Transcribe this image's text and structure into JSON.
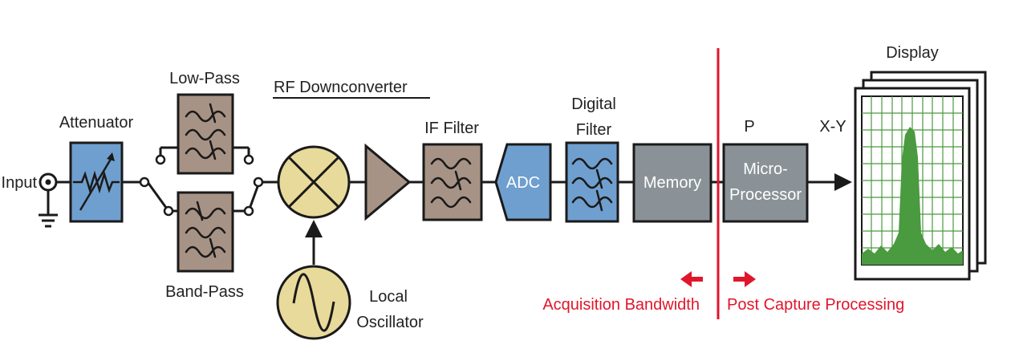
{
  "labels": {
    "input": "Input",
    "attenuator": "Attenuator",
    "low_pass": "Low-Pass",
    "band_pass": "Band-Pass",
    "rf_downconverter": "RF Downconverter",
    "if_filter": "IF Filter",
    "adc": "ADC",
    "digital_filter_line1": "Digital",
    "digital_filter_line2": "Filter",
    "memory": "Memory",
    "micro_line1": "Micro-",
    "micro_line2": "Processor",
    "p_label": "P",
    "xy_label": "X-Y",
    "display": "Display",
    "local_osc_line1": "Local",
    "local_osc_line2": "Oscillator",
    "acquisition_bandwidth": "Acquisition Bandwidth",
    "post_capture_processing": "Post Capture Processing"
  },
  "colors": {
    "filter_block": "#a79385",
    "attenuator_block": "#6f9fcf",
    "adc_block": "#6f9fcf",
    "digital_filter_block": "#6f9fcf",
    "memory_block": "#8a9297",
    "processor_block": "#8a9297",
    "mixer": "#e8da9a",
    "amplifier": "#a79385",
    "screen_green": "#4a9a3f",
    "divider_red": "#e0162b"
  }
}
